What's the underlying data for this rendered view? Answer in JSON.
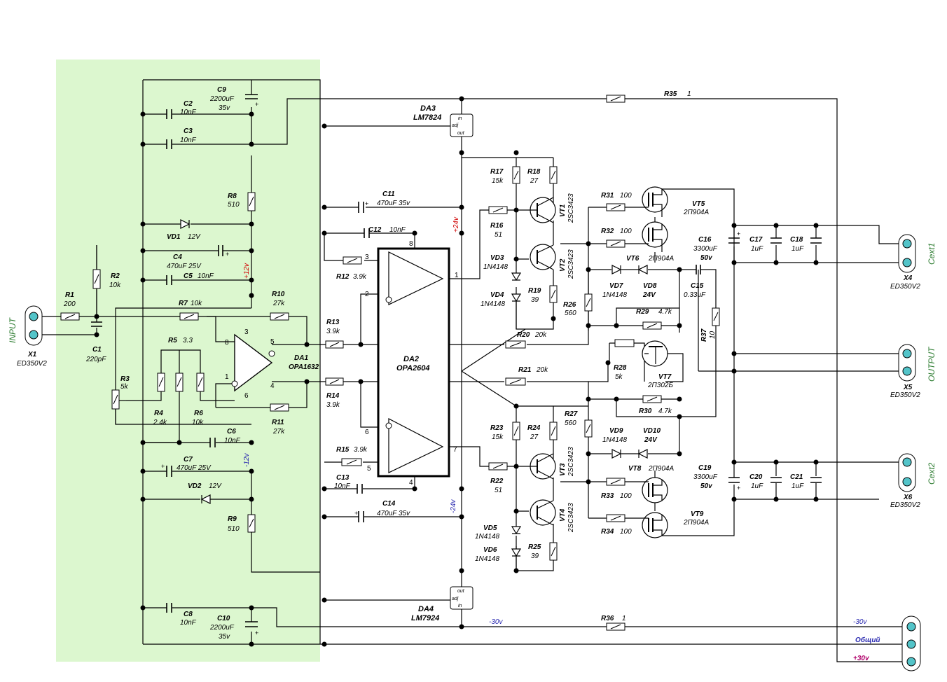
{
  "colors": {
    "zone": "#dcf7cf",
    "signal": "#2e7d32",
    "positive": "#d00000",
    "negative": "#2a2ab0",
    "supply_pos_label": "#b0006a",
    "connector": "#53c4c9"
  },
  "signals": {
    "input": "INPUT",
    "output": "OUTPUT",
    "cext1": "Cext1",
    "cext2": "Cext2"
  },
  "rails": {
    "p24": "+24v",
    "m24": "-24v",
    "p12": "+12v",
    "m12": "-12v",
    "m30_left": "-30v",
    "m30_right": "-30v",
    "common": "Общий",
    "p30": "+30v"
  },
  "pin_numbers": {
    "p1": "1",
    "p2": "2",
    "p3": "3",
    "p4": "4",
    "p5": "5",
    "p6": "6",
    "p7": "7",
    "p8": "8",
    "a8": "8",
    "a5": "5",
    "a1": "1",
    "a4": "4",
    "a3": "3",
    "a6": "6"
  },
  "regulators": {
    "in_label": "in",
    "adj_label": "adj",
    "out_label": "out"
  },
  "components": {
    "X1": "X1",
    "X1_v": "ED350V2",
    "R1": "R1",
    "R1_v": "200",
    "C1": "C1",
    "C1_v": "220pF",
    "R2": "R2",
    "R2_v": "10k",
    "R3": "R3",
    "R3_v": "5k",
    "R4": "R4",
    "R4_v": "2.4k",
    "R5": "R5",
    "R5_v": "3.3",
    "R6": "R6",
    "R6_v": "10k",
    "R7": "R7",
    "R7_v": "10k",
    "R8": "R8",
    "R8_v": "510",
    "R9": "R9",
    "R9_v": "510",
    "R10": "R10",
    "R10_v": "27k",
    "R11": "R11",
    "R11_v": "27k",
    "C2": "C2",
    "C2_v": "10nF",
    "C3": "C3",
    "C3_v": "10nF",
    "C4": "C4",
    "C4_v": "470uF 25V",
    "C5": "C5",
    "C5_v": "10nF",
    "C6": "C6",
    "C6_v": "10nF",
    "C7": "C7",
    "C7_v": "470uF 25V",
    "C8": "C8",
    "C8_v": "10nF",
    "C9": "C9",
    "C9_v1": "2200uF",
    "C9_v2": "35v",
    "C10": "C10",
    "C10_v1": "2200uF",
    "C10_v2": "35v",
    "VD1": "VD1",
    "VD1_v": "12V",
    "VD2": "VD2",
    "VD2_v": "12V",
    "DA1": "DA1",
    "DA1_v": "OPA1632",
    "DA2": "DA2",
    "DA2_v": "OPA2604",
    "DA3": "DA3",
    "DA3_v": "LM7824",
    "DA4": "DA4",
    "DA4_v": "LM7924",
    "R12": "R12",
    "R12_v": "3.9k",
    "R13": "R13",
    "R13_v": "3.9k",
    "R14": "R14",
    "R14_v": "3.9k",
    "R15": "R15",
    "R15_v": "3.9k",
    "C11": "C11",
    "C11_v": "470uF 35v",
    "C12": "C12",
    "C12_v": "10nF",
    "C13": "C13",
    "C13_v": "10nF",
    "C14": "C14",
    "C14_v": "470uF 35v",
    "R16": "R16",
    "R16_v": "51",
    "R17": "R17",
    "R17_v": "15k",
    "R18": "R18",
    "R18_v": "27",
    "R19": "R19",
    "R19_v": "39",
    "R20": "R20",
    "R20_v": "20k",
    "R21": "R21",
    "R21_v": "20k",
    "R22": "R22",
    "R22_v": "51",
    "R23": "R23",
    "R23_v": "15k",
    "R24": "R24",
    "R24_v": "27",
    "R25": "R25",
    "R25_v": "39",
    "R26": "R26",
    "R26_v": "560",
    "R27": "R27",
    "R27_v": "560",
    "VD3": "VD3",
    "VD3_v": "1N4148",
    "VD4": "VD4",
    "VD4_v": "1N4148",
    "VD5": "VD5",
    "VD5_v": "1N4148",
    "VD6": "VD6",
    "VD6_v": "1N4148",
    "VT1": "VT1",
    "VT1_v": "2SC3423",
    "VT2": "VT2",
    "VT2_v": "2SC3423",
    "VT3": "VT3",
    "VT3_v": "2SC3423",
    "VT4": "VT4",
    "VT4_v": "2SC3423",
    "R31": "R31",
    "R31_v": "100",
    "R32": "R32",
    "R32_v": "100",
    "R33": "R33",
    "R33_v": "100",
    "R34": "R34",
    "R34_v": "100",
    "VT5": "VT5",
    "VT5_v": "2П904А",
    "VT6": "VT6",
    "VT6_v": "2П904А",
    "VT8": "VT8",
    "VT8_v": "2П904А",
    "VT9": "VT9",
    "VT9_v": "2П904А",
    "VD7": "VD7",
    "VD7_v": "1N4148",
    "VD8": "VD8",
    "VD8_v": "24V",
    "VD9": "VD9",
    "VD9_v": "1N4148",
    "VD10": "VD10",
    "VD10_v": "24V",
    "C15": "C15",
    "C15_v": "0.33uF",
    "R28": "R28",
    "R28_v": "5k",
    "R29": "R29",
    "R29_v": "4.7k",
    "R30": "R30",
    "R30_v": "4.7k",
    "VT7": "VT7",
    "VT7_v": "2П302Б",
    "R37": "R37",
    "R37_v": "10",
    "C16": "C16",
    "C16_v1": "3300uF",
    "C16_v2": "50v",
    "C17": "C17",
    "C17_v": "1uF",
    "C18": "C18",
    "C18_v": "1uF",
    "C19": "C19",
    "C19_v1": "3300uF",
    "C19_v2": "50v",
    "C20": "C20",
    "C20_v": "1uF",
    "C21": "C21",
    "C21_v": "1uF",
    "R35": "R35",
    "R35_v": "1",
    "R36": "R36",
    "R36_v": "1",
    "X4": "X4",
    "X4_v": "ED350V2",
    "X5": "X5",
    "X5_v": "ED350V2",
    "X6": "X6",
    "X6_v": "ED350V2"
  }
}
